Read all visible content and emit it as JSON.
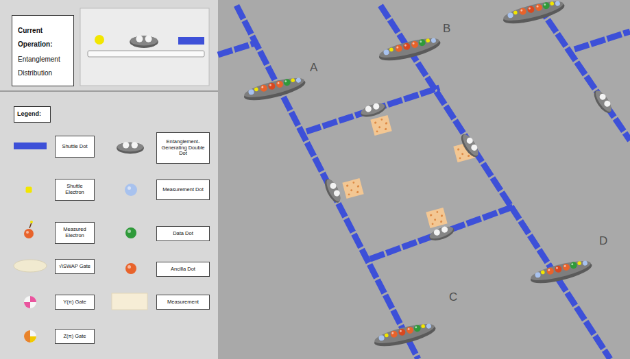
{
  "diagram": {
    "nodes": [
      {
        "text": [
          "Current Operation:",
          "Entanglement Distribution"
        ]
      },
      {
        "text": [
          "Legend:"
        ]
      }
    ],
    "labels": [
      "A",
      "B",
      "C",
      "D"
    ],
    "legend": [
      {
        "text": "Shuttle Dot",
        "color": "#3d50d8"
      },
      {
        "text": "Entanglement-Generating Double Dot"
      },
      {
        "text": "Shuttle Electron",
        "color": "#f2e600"
      },
      {
        "text": "Measurement Dot",
        "color": "#a8c2ee"
      },
      {
        "text": "Measured Electron"
      },
      {
        "text": "Data Dot",
        "color": "#2f9a3a"
      },
      {
        "text": "√iSWAP Gate"
      },
      {
        "text": "Ancilla Dot",
        "color": "#e8632b"
      },
      {
        "text": "Y(π) Gate"
      },
      {
        "text": "Measurement"
      },
      {
        "text": "Z(π) Gate"
      }
    ]
  }
}
